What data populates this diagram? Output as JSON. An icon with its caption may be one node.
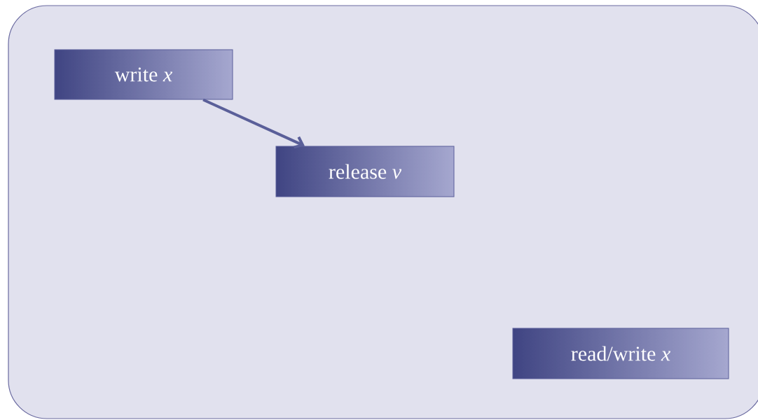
{
  "diagram": {
    "nodes": [
      {
        "text": [],
        "shape": "box"
      },
      {
        "text": [
          "write *x*"
        ],
        "in": 0
      },
      {
        "text": [
          "release *v*"
        ],
        "in": 0
      },
      {
        "text": [
          "read/write *x*"
        ],
        "in": 0
      }
    ],
    "edges": [
      {
        "from": 1,
        "to": 2,
        "arrow": "to"
      }
    ]
  }
}
